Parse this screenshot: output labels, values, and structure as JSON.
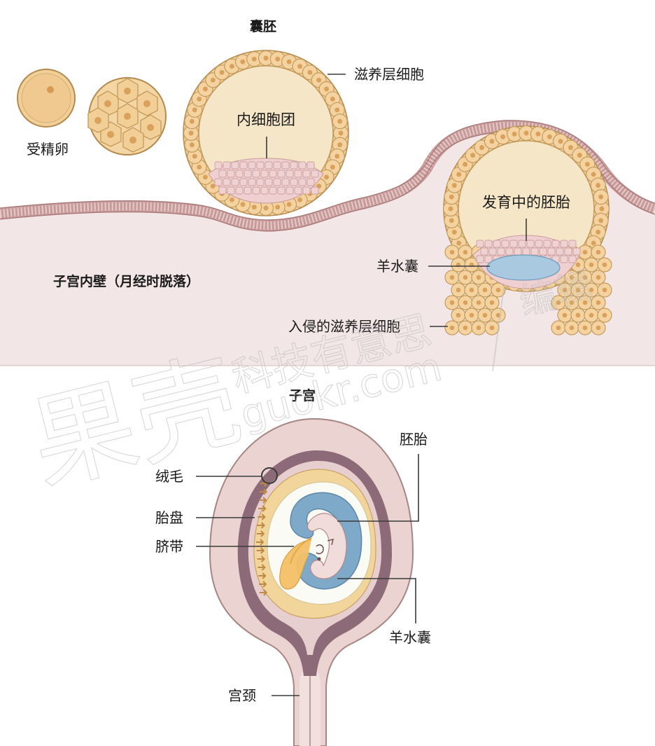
{
  "labels": {
    "blastocyst": "囊胚",
    "fertilized_egg": "受精卵",
    "trophoblast": "滋养层细胞",
    "inner_cell_mass": "内细胞团",
    "developing_embryo": "发育中的胚胎",
    "amniotic_sac_top": "羊水囊",
    "uterine_wall": "子宫内壁（月经时脱落）",
    "invading_trophoblast": "入侵的滋养层细胞",
    "uterus": "子宫",
    "embryo": "胚胎",
    "villi": "绒毛",
    "placenta": "胎盘",
    "umbilical_cord": "脐带",
    "amniotic_sac_bottom": "羊水囊",
    "cervix": "宫颈"
  },
  "watermark": {
    "main": "果壳",
    "sub": "科技有意思",
    "url": "guokr.com",
    "side": "编辑"
  },
  "colors": {
    "cell_fill": "#f4d3a0",
    "cell_stroke": "#c49a5c",
    "nucleus": "#d9a15c",
    "cavity": "#f6e6c8",
    "icm_fill": "#efcfcf",
    "icm_stroke": "#c89a9a",
    "wall": "#f3e6e6",
    "wall_border": "#b88888",
    "fluid": "#a8c9df",
    "uterus_outer": "#e9d2d0",
    "uterus_dark": "#8d6a78",
    "placenta": "#f2d59a",
    "embryo_blue": "#7fa9c9",
    "embryo_pink": "#f1dcdc",
    "yolk": "#f5c166"
  }
}
